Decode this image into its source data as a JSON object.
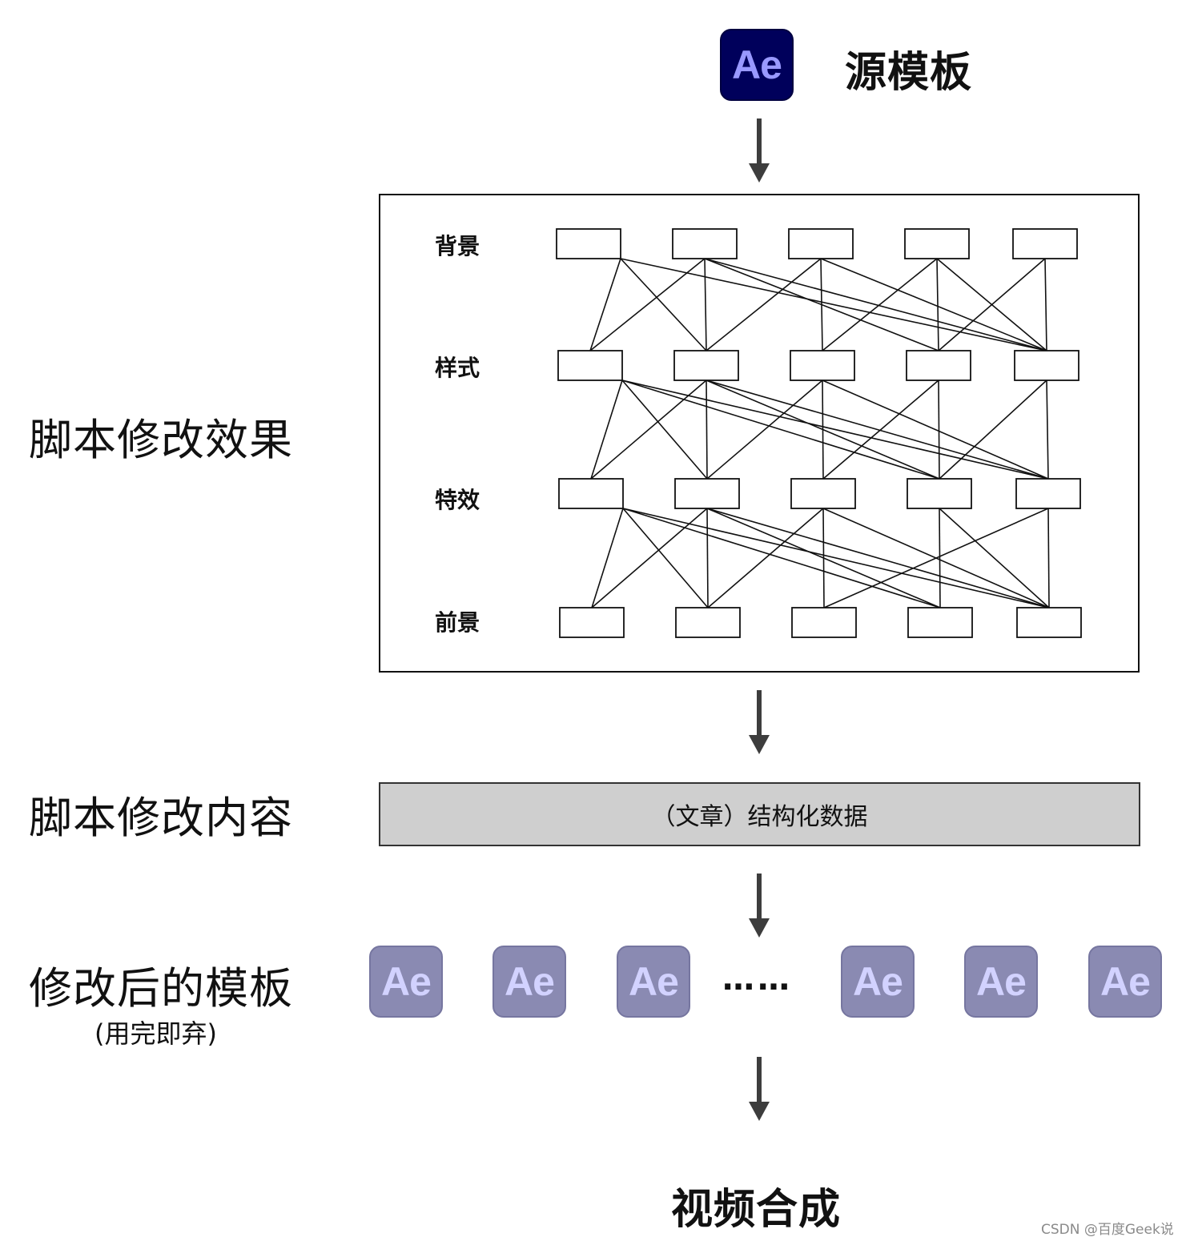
{
  "source": {
    "icon_text": "Ae",
    "label": "源模板"
  },
  "left_labels": {
    "effects": "脚本修改效果",
    "content": "脚本修改内容",
    "modified": "修改后的模板",
    "modified_sub": "(用完即弃)"
  },
  "layers": [
    "背景",
    "样式",
    "特效",
    "前景"
  ],
  "data_box_label": "（文章）结构化数据",
  "modified_templates": [
    "Ae",
    "Ae",
    "Ae",
    "Ae",
    "Ae",
    "Ae"
  ],
  "ellipsis": "……",
  "output_label": "视频合成",
  "watermark": "CSDN @百度Geek说"
}
